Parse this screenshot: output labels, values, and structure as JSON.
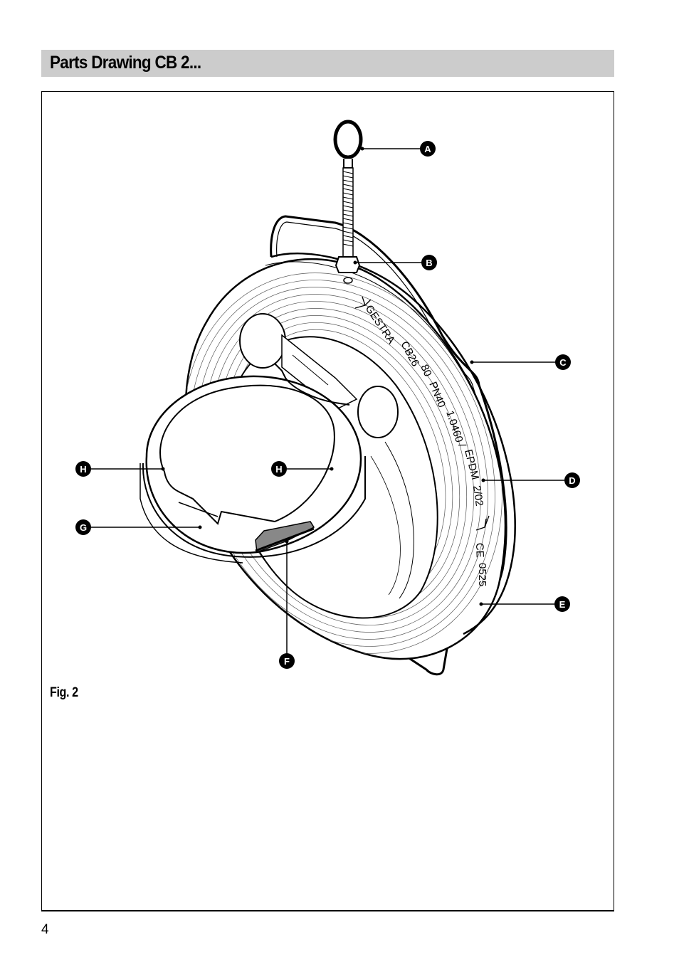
{
  "header": {
    "title": "Parts Drawing CB 2..."
  },
  "figure": {
    "caption": "Fig. 2",
    "markings": {
      "brand": "GESTRA",
      "model": "CB26",
      "size": "80",
      "pressure": "PN40",
      "material": "1.0460",
      "separator": "/",
      "seal": "EPDM",
      "date": "2/02",
      "ce": "CE",
      "code": "0525"
    },
    "labels": [
      "A",
      "B",
      "C",
      "D",
      "E",
      "F",
      "G",
      "H",
      "H"
    ]
  },
  "footer": {
    "page_number": "4"
  }
}
